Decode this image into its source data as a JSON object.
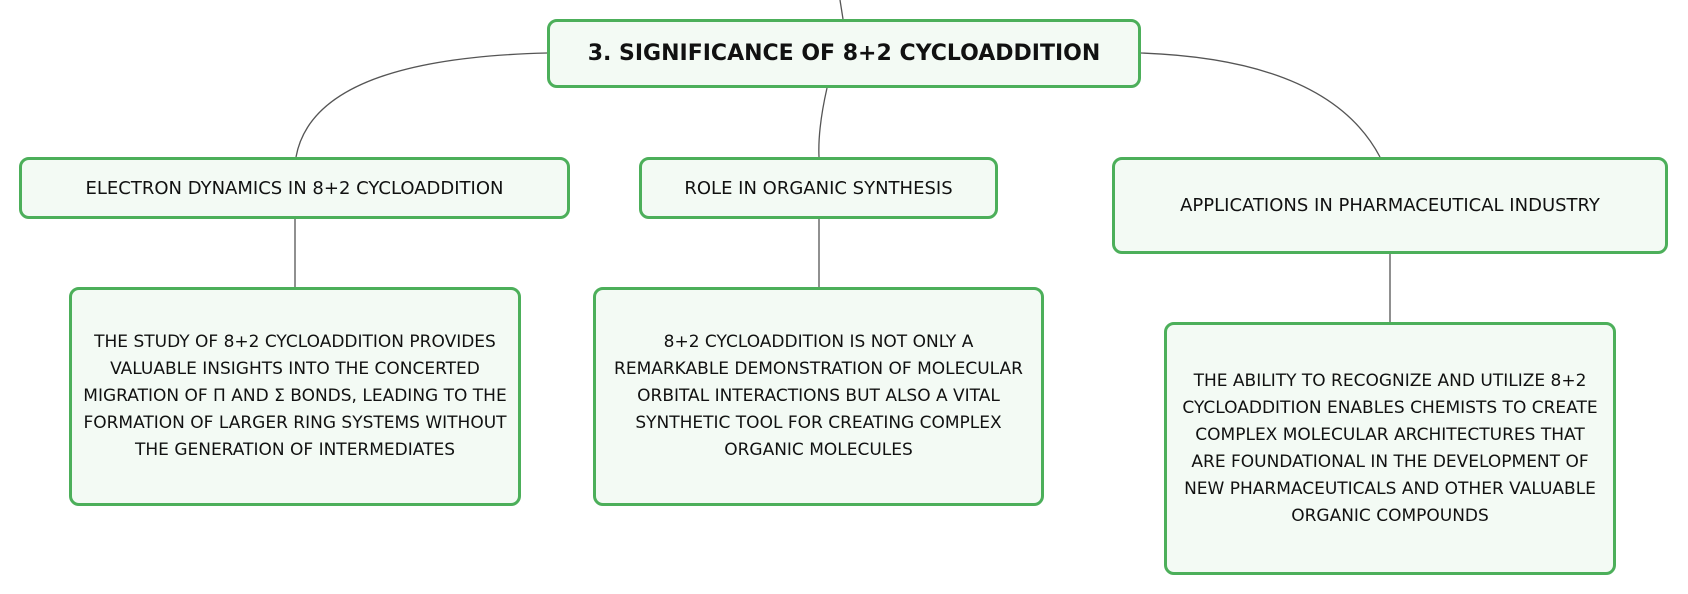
{
  "root": {
    "title": "3. SIGNIFICANCE OF 8+2 CYCLOADDITION"
  },
  "branches": [
    {
      "label": "ELECTRON DYNAMICS IN 8+2 CYCLOADDITION",
      "detail": "THE STUDY OF 8+2 CYCLOADDITION PROVIDES VALUABLE INSIGHTS INTO THE CONCERTED MIGRATION OF Π AND Σ BONDS, LEADING TO THE FORMATION OF LARGER RING SYSTEMS WITHOUT THE GENERATION OF INTERMEDIATES"
    },
    {
      "label": "ROLE IN ORGANIC SYNTHESIS",
      "detail": "8+2 CYCLOADDITION IS NOT ONLY A REMARKABLE DEMONSTRATION OF MOLECULAR ORBITAL INTERACTIONS BUT ALSO A VITAL SYNTHETIC TOOL FOR CREATING COMPLEX ORGANIC MOLECULES"
    },
    {
      "label": "APPLICATIONS IN PHARMACEUTICAL INDUSTRY",
      "detail": "THE ABILITY TO RECOGNIZE AND UTILIZE 8+2 CYCLOADDITION ENABLES CHEMISTS TO CREATE COMPLEX MOLECULAR ARCHITECTURES THAT ARE FOUNDATIONAL IN THE DEVELOPMENT OF NEW PHARMACEUTICALS AND OTHER VALUABLE ORGANIC COMPOUNDS"
    }
  ],
  "colors": {
    "node_border": "#4caf5a",
    "node_fill": "#f3faf4",
    "connector": "#555555"
  }
}
